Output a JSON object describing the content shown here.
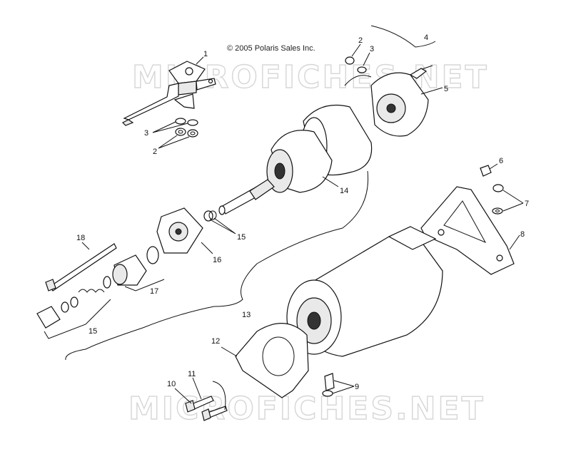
{
  "copyright": "© 2005 Polaris Sales Inc.",
  "watermarks": [
    "MICROFICHES.NET",
    "MICROFICHES.NET"
  ],
  "callouts": {
    "c1": "1",
    "c2a": "2",
    "c3a": "3",
    "c4": "4",
    "c5": "5",
    "c3b": "3",
    "c2b": "2",
    "c6": "6",
    "c7": "7",
    "c14": "14",
    "c8": "8",
    "c15a": "15",
    "c18": "18",
    "c16": "16",
    "c17": "17",
    "c13": "13",
    "c15b": "15",
    "c12": "12",
    "c11": "11",
    "c10": "10",
    "c9": "9"
  }
}
